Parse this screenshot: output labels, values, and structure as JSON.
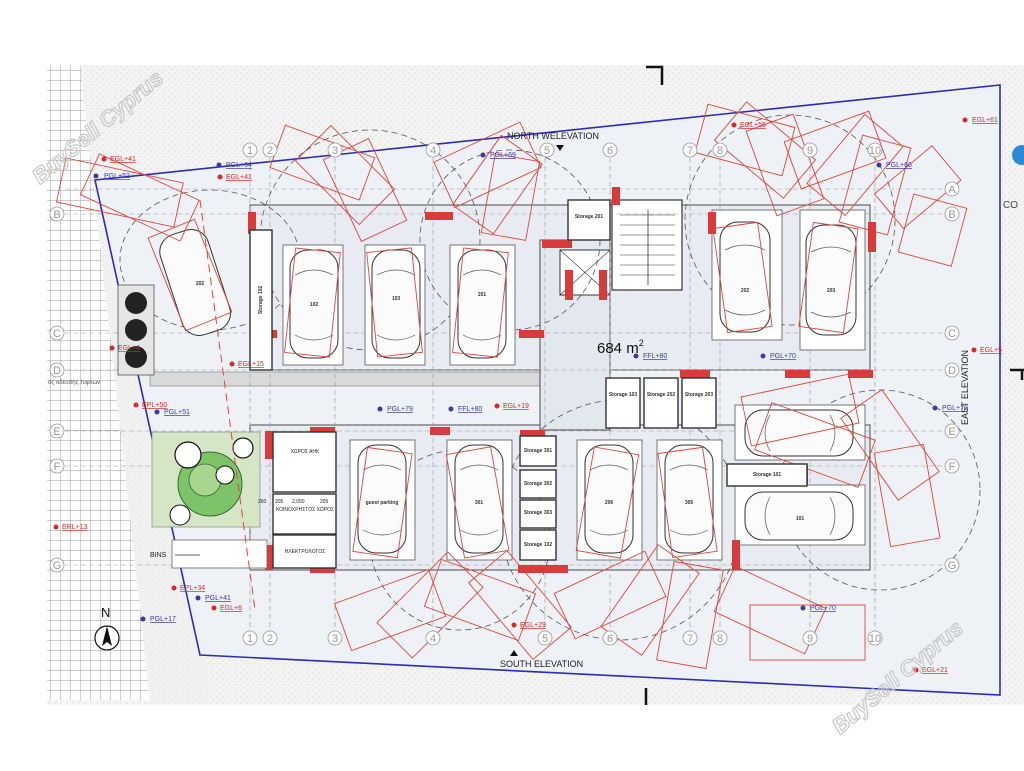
{
  "watermark": {
    "top_left": "BuySell Cyprus",
    "bottom_right": "BuySell Cyprus"
  },
  "area_label": {
    "value": "684 m",
    "sup": "2"
  },
  "elevations": {
    "north": "NORTH WELEVATION",
    "south": "SOUTH ELEVATION",
    "east": "EAST ELEVATION"
  },
  "north_arrow": "N",
  "edge_text": "CO",
  "road_text": "ος οδευσης τυφλων",
  "grid_numbers": [
    "1",
    "2",
    "3",
    "4",
    "5",
    "6",
    "7",
    "8",
    "9",
    "10"
  ],
  "grid_letters": [
    "A",
    "B",
    "C",
    "D",
    "E",
    "F",
    "G"
  ],
  "levels_red": [
    "EGL+41",
    "EGL+41",
    "EGL+55",
    "EGL+55",
    "EGL+15",
    "EGL+4",
    "EPL+50",
    "EGL+19",
    "ERL+13",
    "EPL+34",
    "EGL+6",
    "EGL+29",
    "EGL+21",
    "EGL+5",
    "EGL+61"
  ],
  "levels_blue": [
    "PGL+64",
    "PGL+52",
    "PGL+69",
    "PGL+66",
    "PGL+70",
    "PGL+51",
    "PGL+79",
    "FFL+80",
    "FFL+80",
    "PGL+41",
    "PGL+17",
    "PGL+70",
    "PGL+70"
  ],
  "storage_labels": {
    "s201": "Storage 201",
    "s103": "Storage 103",
    "s202": "Storage 202",
    "s203": "Storage 203",
    "s101": "Storage 101",
    "s301": "Storage 301",
    "s302": "Storage 302",
    "s303": "Storage 303",
    "s102": "Storage 102",
    "s_vert": "Storage 102"
  },
  "parking_labels": [
    "202",
    "102",
    "103",
    "201",
    "202",
    "203",
    "guest parking",
    "301",
    "206",
    "305",
    "101"
  ],
  "rooms": {
    "waste": "ΧΩΡΟΣ ΑΗΚ",
    "common": "ΚΟΙΝΟΧΡΗΣΤΟΣ ΧΩΡΟΣ",
    "electric": "ΗΛΕΚΤΡΟΛΟΓΟΣ",
    "bins": "BINS"
  },
  "dims": {
    "d1": "2,050",
    "d2": "205",
    "d3": "205",
    "d4": "260"
  }
}
